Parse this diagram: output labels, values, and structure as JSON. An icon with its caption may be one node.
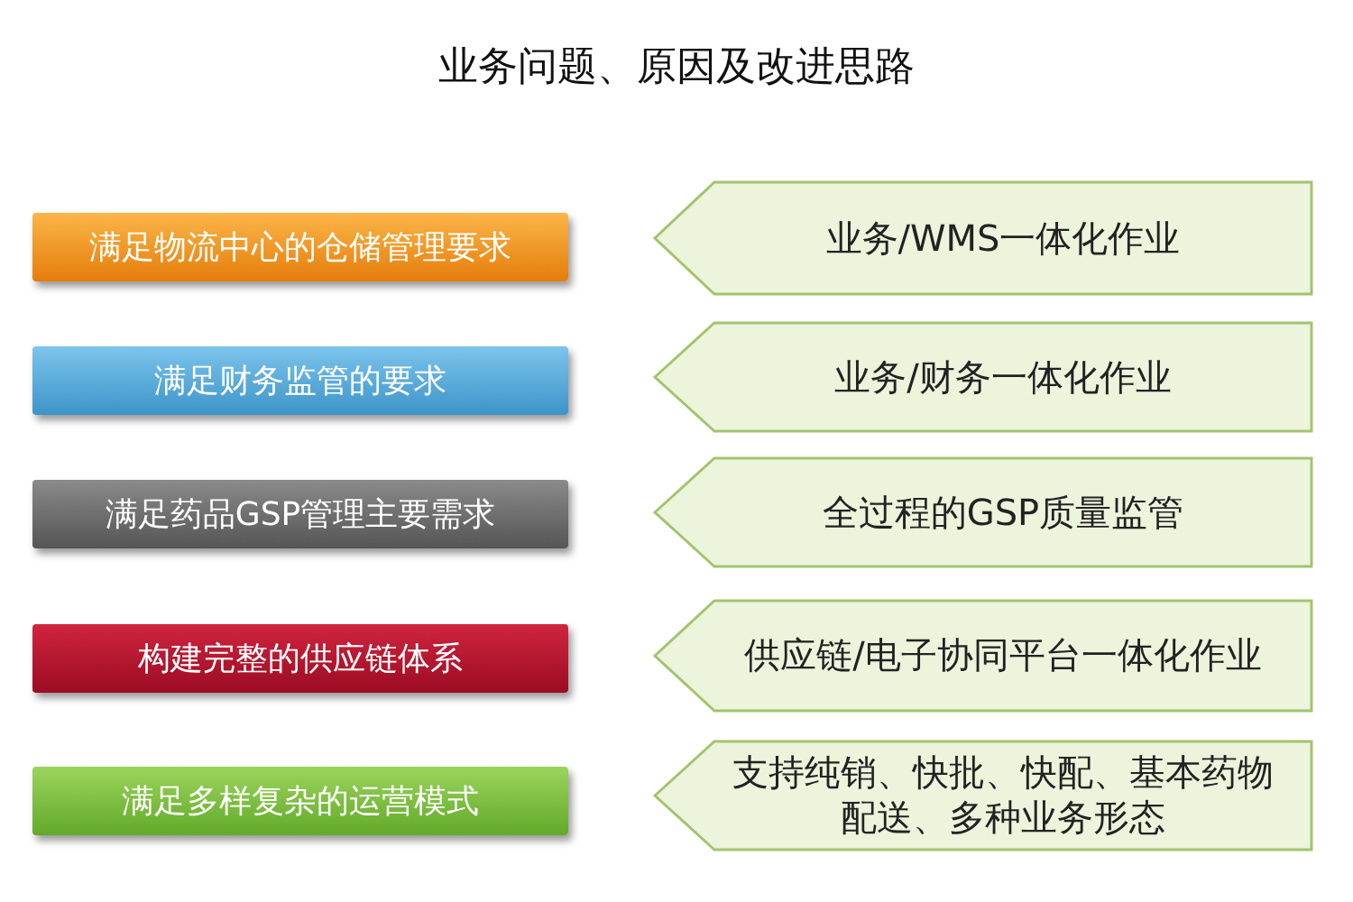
{
  "diagram": {
    "title": "业务问题、原因及改进思路",
    "nodes": [
      {
        "text": [
          "满足物流中心的仓储管理要求"
        ]
      },
      {
        "text": [
          "满足财务监管的要求"
        ]
      },
      {
        "text": [
          "满足药品GSP管理主要需求"
        ]
      },
      {
        "text": [
          "构建完整的供应链体系"
        ]
      },
      {
        "text": [
          "满足多样复杂的运营模式"
        ]
      },
      {
        "text": [
          "业务/WMS一体化作业"
        ]
      },
      {
        "text": [
          "业务/财务一体化作业"
        ]
      },
      {
        "text": [
          "全过程的GSP质量监管"
        ]
      },
      {
        "text": [
          "供应链/电子协同平台一体化作业"
        ]
      },
      {
        "text": [
          "支持纯销、快批、快配、基本药物配送、多种业务形态"
        ]
      }
    ],
    "edges": []
  }
}
